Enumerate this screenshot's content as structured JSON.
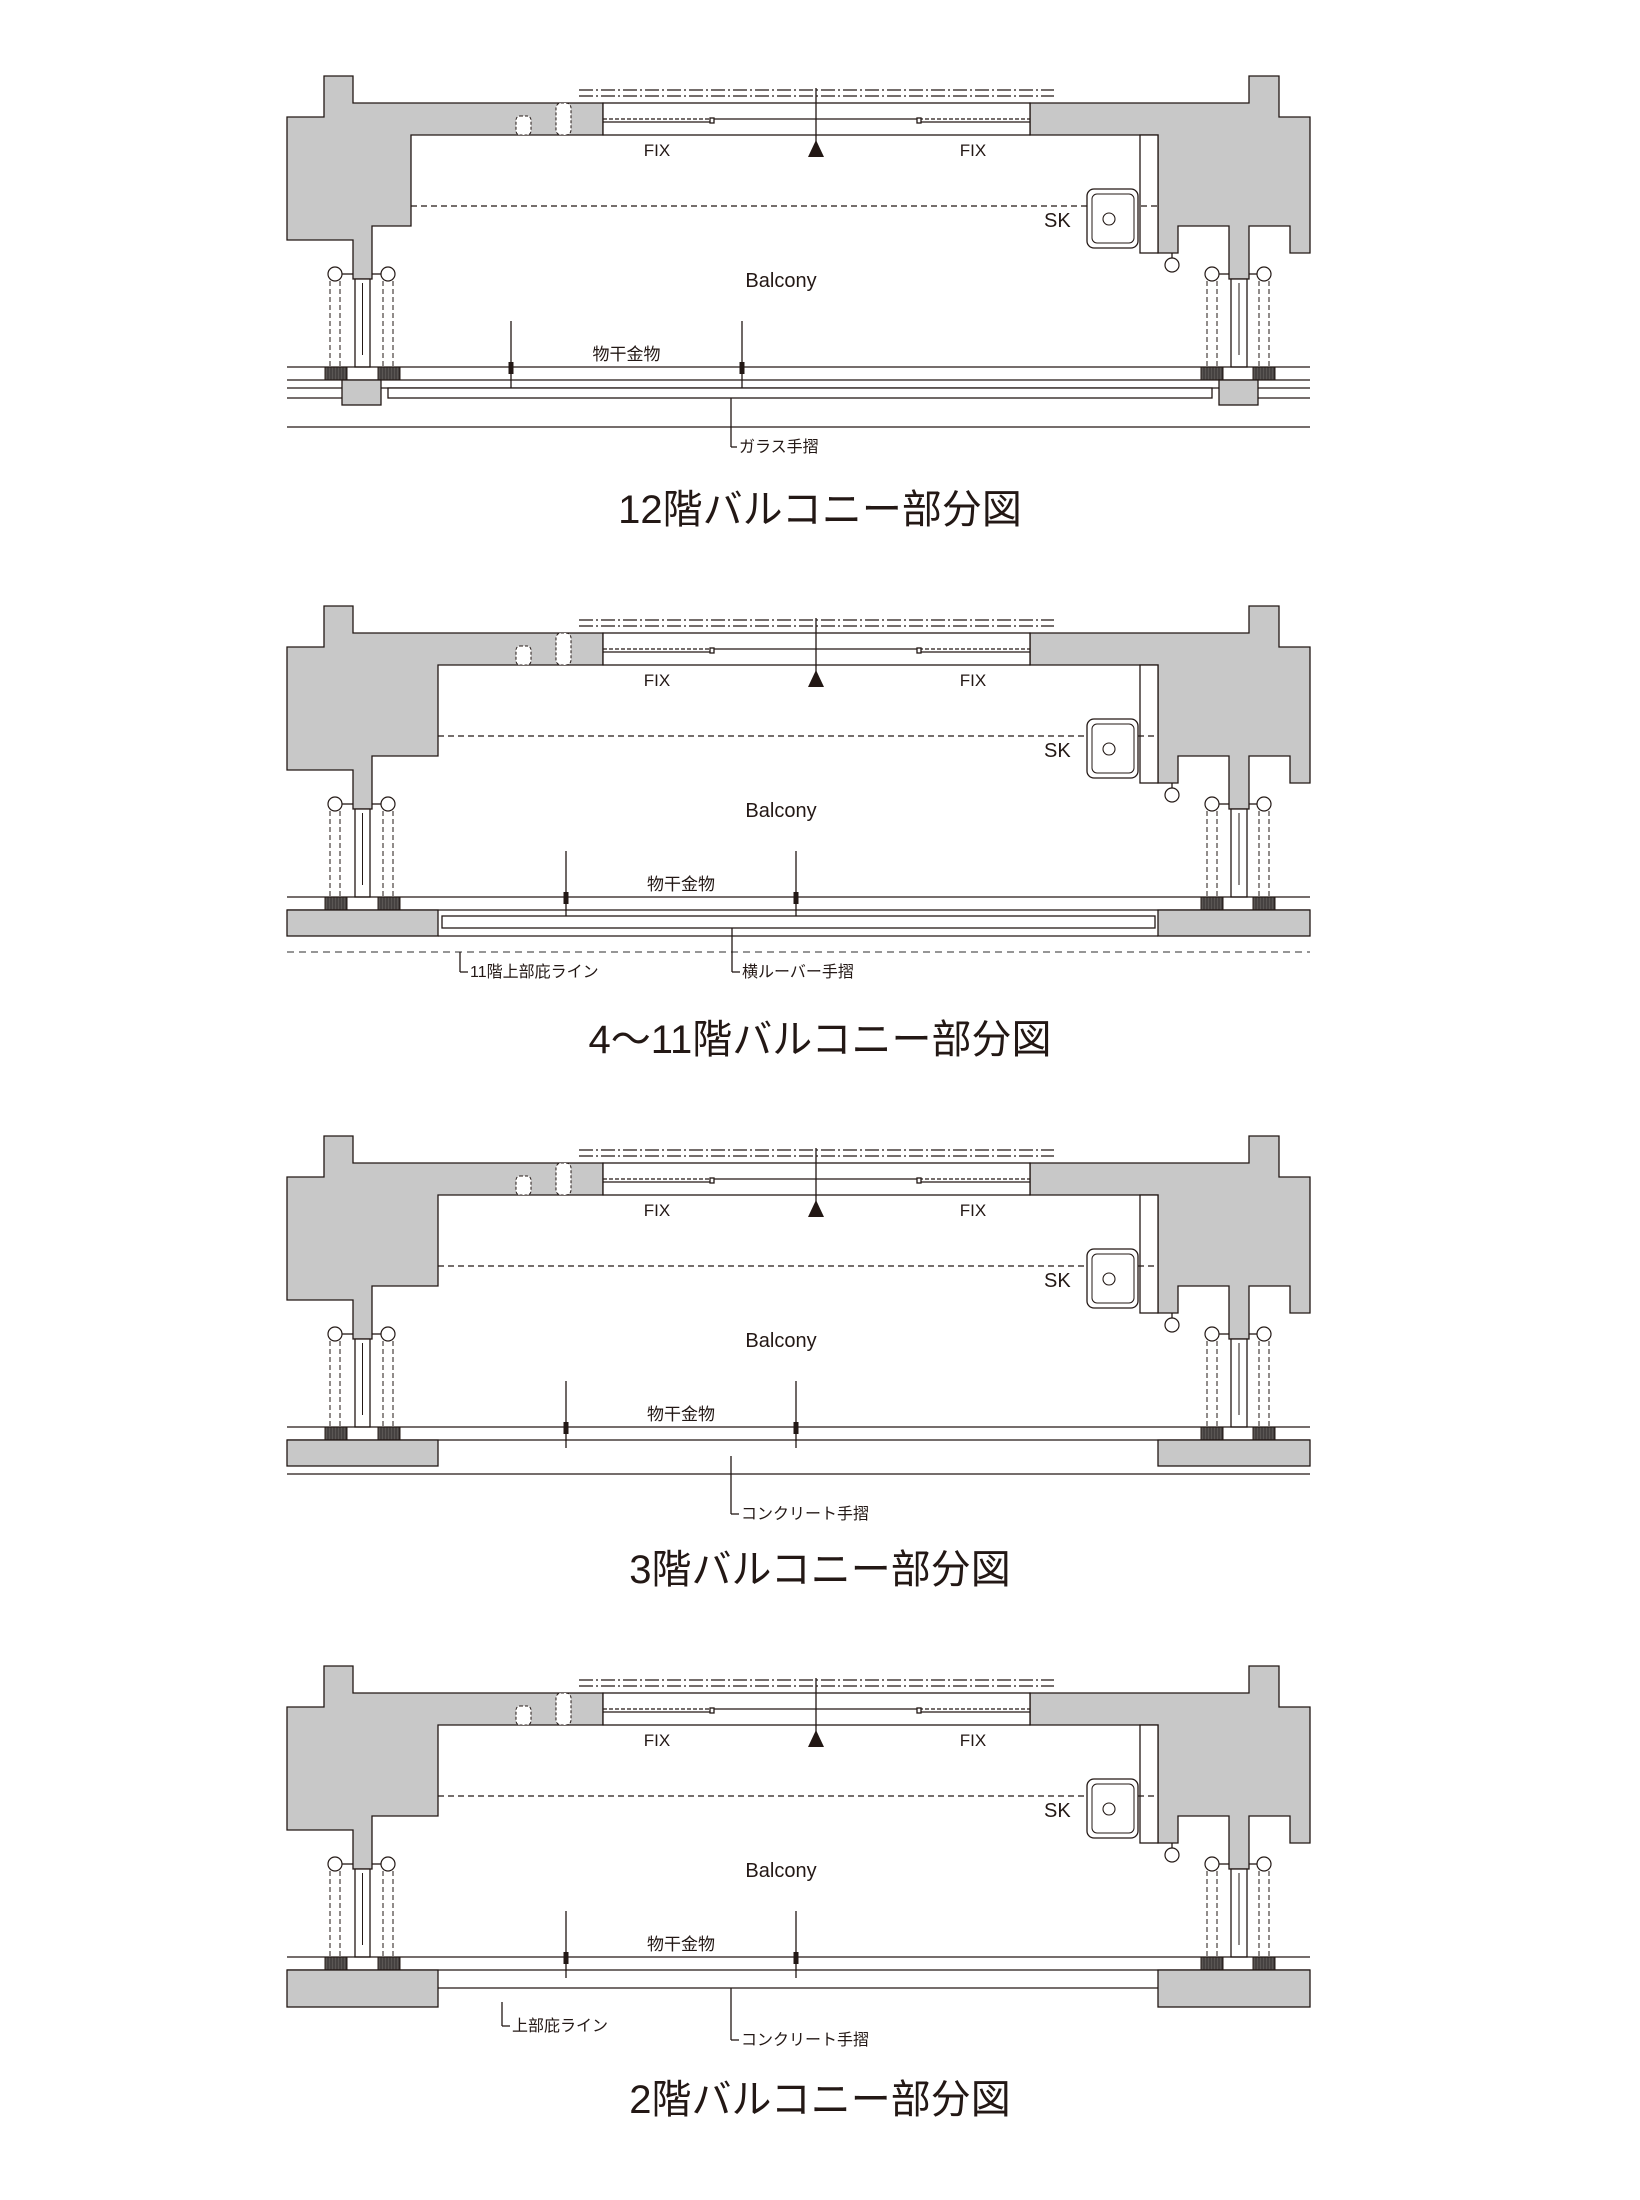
{
  "colors": {
    "wall": "#c8c8c8",
    "line": "#231815",
    "hatch": "#5a5654"
  },
  "panels": [
    {
      "variant": "glass",
      "fix_left": "FIX",
      "fix_right": "FIX",
      "sk": "SK",
      "balcony": "Balcony",
      "hanger": "物干金物",
      "labels": [
        "ガラス手摺"
      ],
      "title": "12階バルコニー部分図"
    },
    {
      "variant": "louver",
      "fix_left": "FIX",
      "fix_right": "FIX",
      "sk": "SK",
      "balcony": "Balcony",
      "hanger": "物干金物",
      "labels": [
        "11階上部庇ライン",
        "横ルーバー手摺"
      ],
      "title": "4〜11階バルコニー部分図"
    },
    {
      "variant": "concrete",
      "fix_left": "FIX",
      "fix_right": "FIX",
      "sk": "SK",
      "balcony": "Balcony",
      "hanger": "物干金物",
      "labels": [
        "コンクリート手摺"
      ],
      "title": "3階バルコニー部分図"
    },
    {
      "variant": "concrete2",
      "fix_left": "FIX",
      "fix_right": "FIX",
      "sk": "SK",
      "balcony": "Balcony",
      "hanger": "物干金物",
      "labels": [
        "上部庇ライン",
        "コンクリート手摺"
      ],
      "title": "2階バルコニー部分図"
    }
  ]
}
